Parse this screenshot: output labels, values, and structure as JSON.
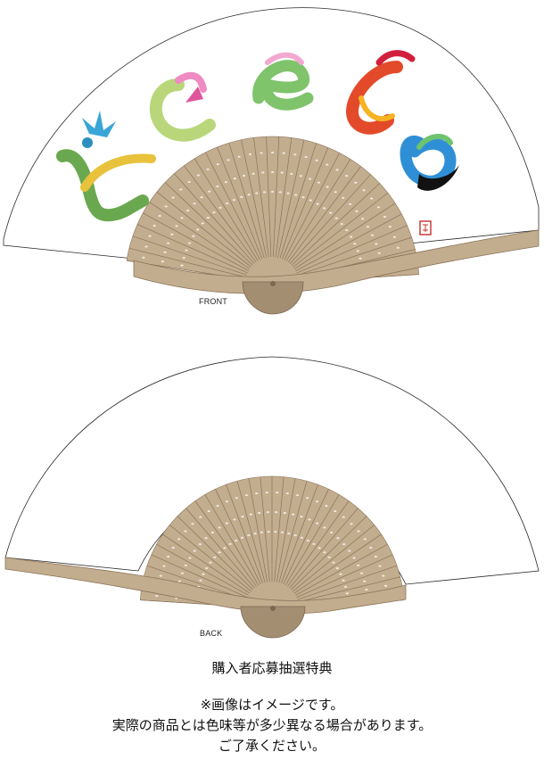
{
  "colors": {
    "rib_wood": "#c3ad8f",
    "rib_wood_dark": "#8a7458",
    "paper_outline": "#2b2b2b"
  },
  "front": {
    "label": "FRONT",
    "artwork_icon": "decorative-letters-birds-illustration",
    "seal_icon": "red-seal-stamp"
  },
  "back": {
    "label": "BACK"
  },
  "captions": {
    "title": "購入者応募抽選特典",
    "image_note": "※画像はイメージです。",
    "difference_note": "実際の商品とは色味等が多少異なる場合があります。",
    "thanks_note": "ご了承ください。"
  }
}
